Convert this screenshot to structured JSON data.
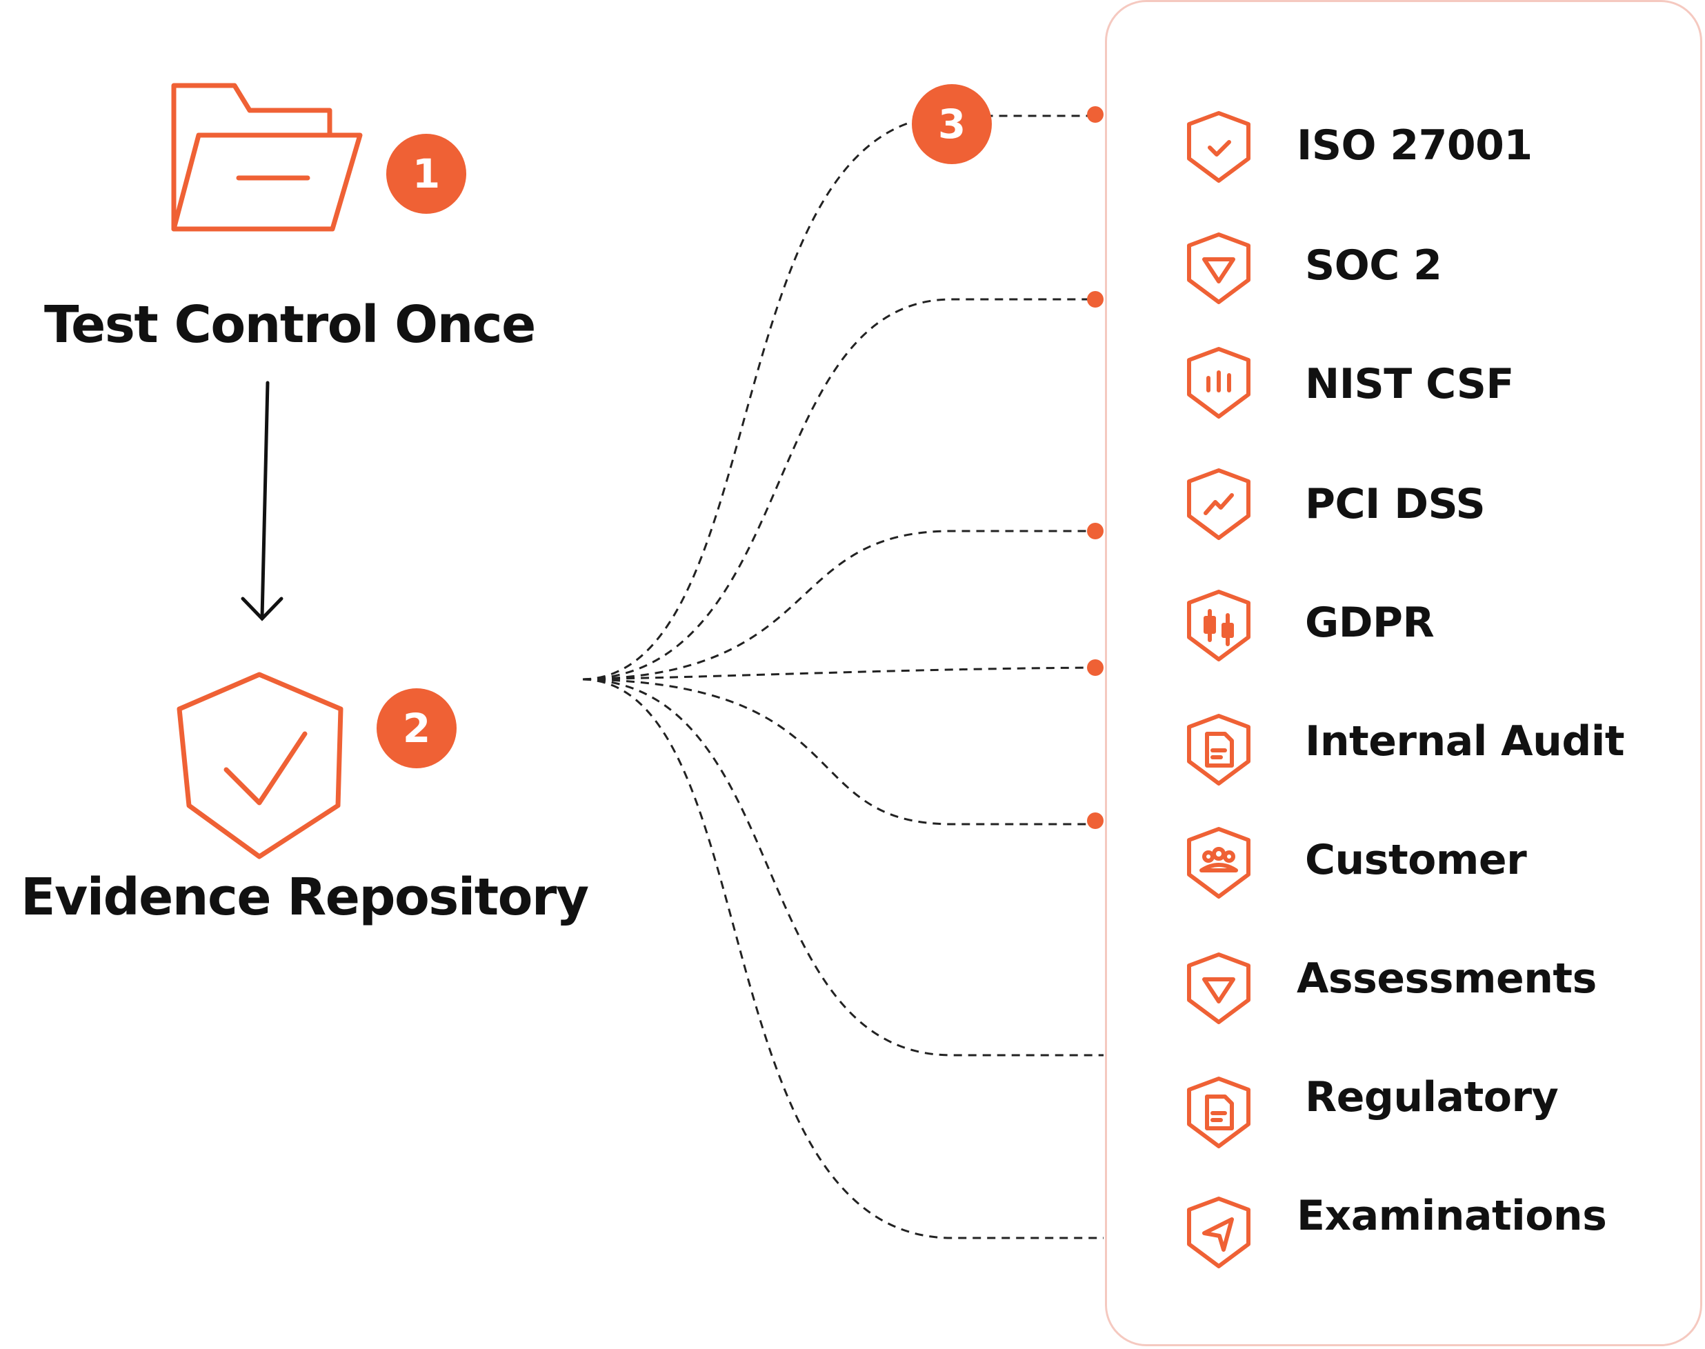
{
  "colors": {
    "accent": "#EF6135",
    "panel_border": "#F5C9C0",
    "text": "#111111"
  },
  "steps": [
    {
      "badge": "1",
      "label": "Test Control Once",
      "icon": "folder-icon"
    },
    {
      "badge": "2",
      "label": "Evidence Repository",
      "icon": "shield-check-icon"
    },
    {
      "badge": "3"
    }
  ],
  "frameworks": [
    {
      "label": "ISO 27001",
      "icon": "shield-check-icon"
    },
    {
      "label": "SOC 2",
      "icon": "shield-triangle-icon"
    },
    {
      "label": "NIST CSF",
      "icon": "shield-bar-chart-icon"
    },
    {
      "label": "PCI DSS",
      "icon": "shield-trend-icon"
    },
    {
      "label": "GDPR",
      "icon": "shield-candlestick-icon"
    },
    {
      "label": "Internal Audit",
      "icon": "shield-document-icon"
    },
    {
      "label": "Customer",
      "icon": "shield-group-icon"
    },
    {
      "label": "Assessments",
      "icon": "shield-triangle-icon"
    },
    {
      "label": "Regulatory",
      "icon": "shield-document-icon"
    },
    {
      "label": "Examinations",
      "icon": "shield-send-icon"
    }
  ]
}
